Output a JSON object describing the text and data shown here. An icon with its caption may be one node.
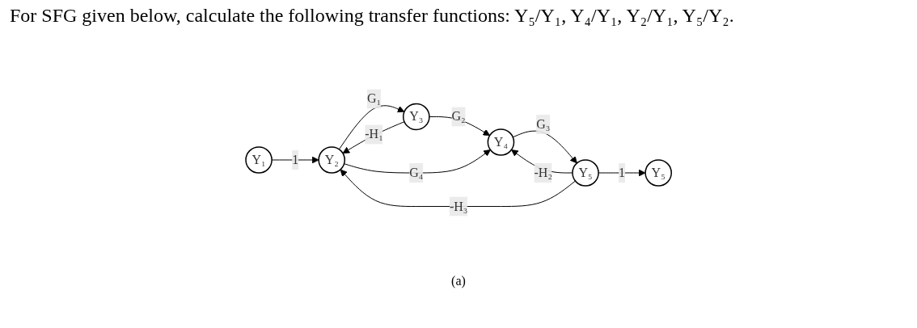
{
  "diagram": {
    "title": "For SFG given below, calculate the following transfer functions: Y₅/Y₁, Y₄/Y₁, Y₂/Y₁, Y₅/Y₂.",
    "caption": "(a)",
    "nodes": [
      {
        "text": [
          "Y₁"
        ]
      },
      {
        "text": [
          "Y₂"
        ]
      },
      {
        "text": [
          "Y₃"
        ]
      },
      {
        "text": [
          "Y₄"
        ]
      },
      {
        "text": [
          "Y₅"
        ]
      },
      {
        "text": [
          "Y₅"
        ]
      }
    ],
    "edges": [
      {
        "from": 0,
        "to": 1,
        "arrow": "to",
        "label": "1"
      },
      {
        "from": 1,
        "to": 2,
        "arrow": "to",
        "label": "G₁"
      },
      {
        "from": 2,
        "to": 1,
        "arrow": "to",
        "label": "-H₁"
      },
      {
        "from": 2,
        "to": 3,
        "arrow": "to",
        "label": "G₂"
      },
      {
        "from": 1,
        "to": 3,
        "arrow": "to",
        "label": "G₄"
      },
      {
        "from": 3,
        "to": 4,
        "arrow": "to",
        "label": "G₃"
      },
      {
        "from": 4,
        "to": 3,
        "arrow": "to",
        "label": "-H₂"
      },
      {
        "from": 4,
        "to": 1,
        "arrow": "to",
        "label": "-H₃"
      },
      {
        "from": 4,
        "to": 5,
        "arrow": "to",
        "label": "1"
      }
    ]
  }
}
